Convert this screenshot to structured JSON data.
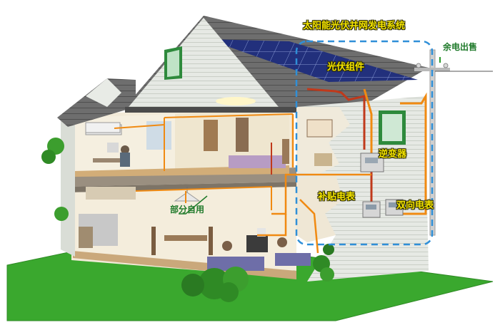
{
  "labels": {
    "system_title": "太阳能光伏并网发电系统",
    "grid_export": "余电出售",
    "pv_module": "光伏组件",
    "inverter": "逆变器",
    "subsidy_meter": "补贴电表",
    "bidirectional_meter": "双向电表",
    "self_use": "部分自用"
  },
  "colors": {
    "label_yellow": "#f2e200",
    "label_green": "#1f7a2a",
    "wire_orange": "#f08a12",
    "wire_red": "#c0391b",
    "dashed_box": "#2f8fd8",
    "lawn_green": "#3aa82e",
    "solar_panel": "#23317f",
    "roof_gray": "#6b6b6b",
    "siding": "#e4e8e2"
  }
}
